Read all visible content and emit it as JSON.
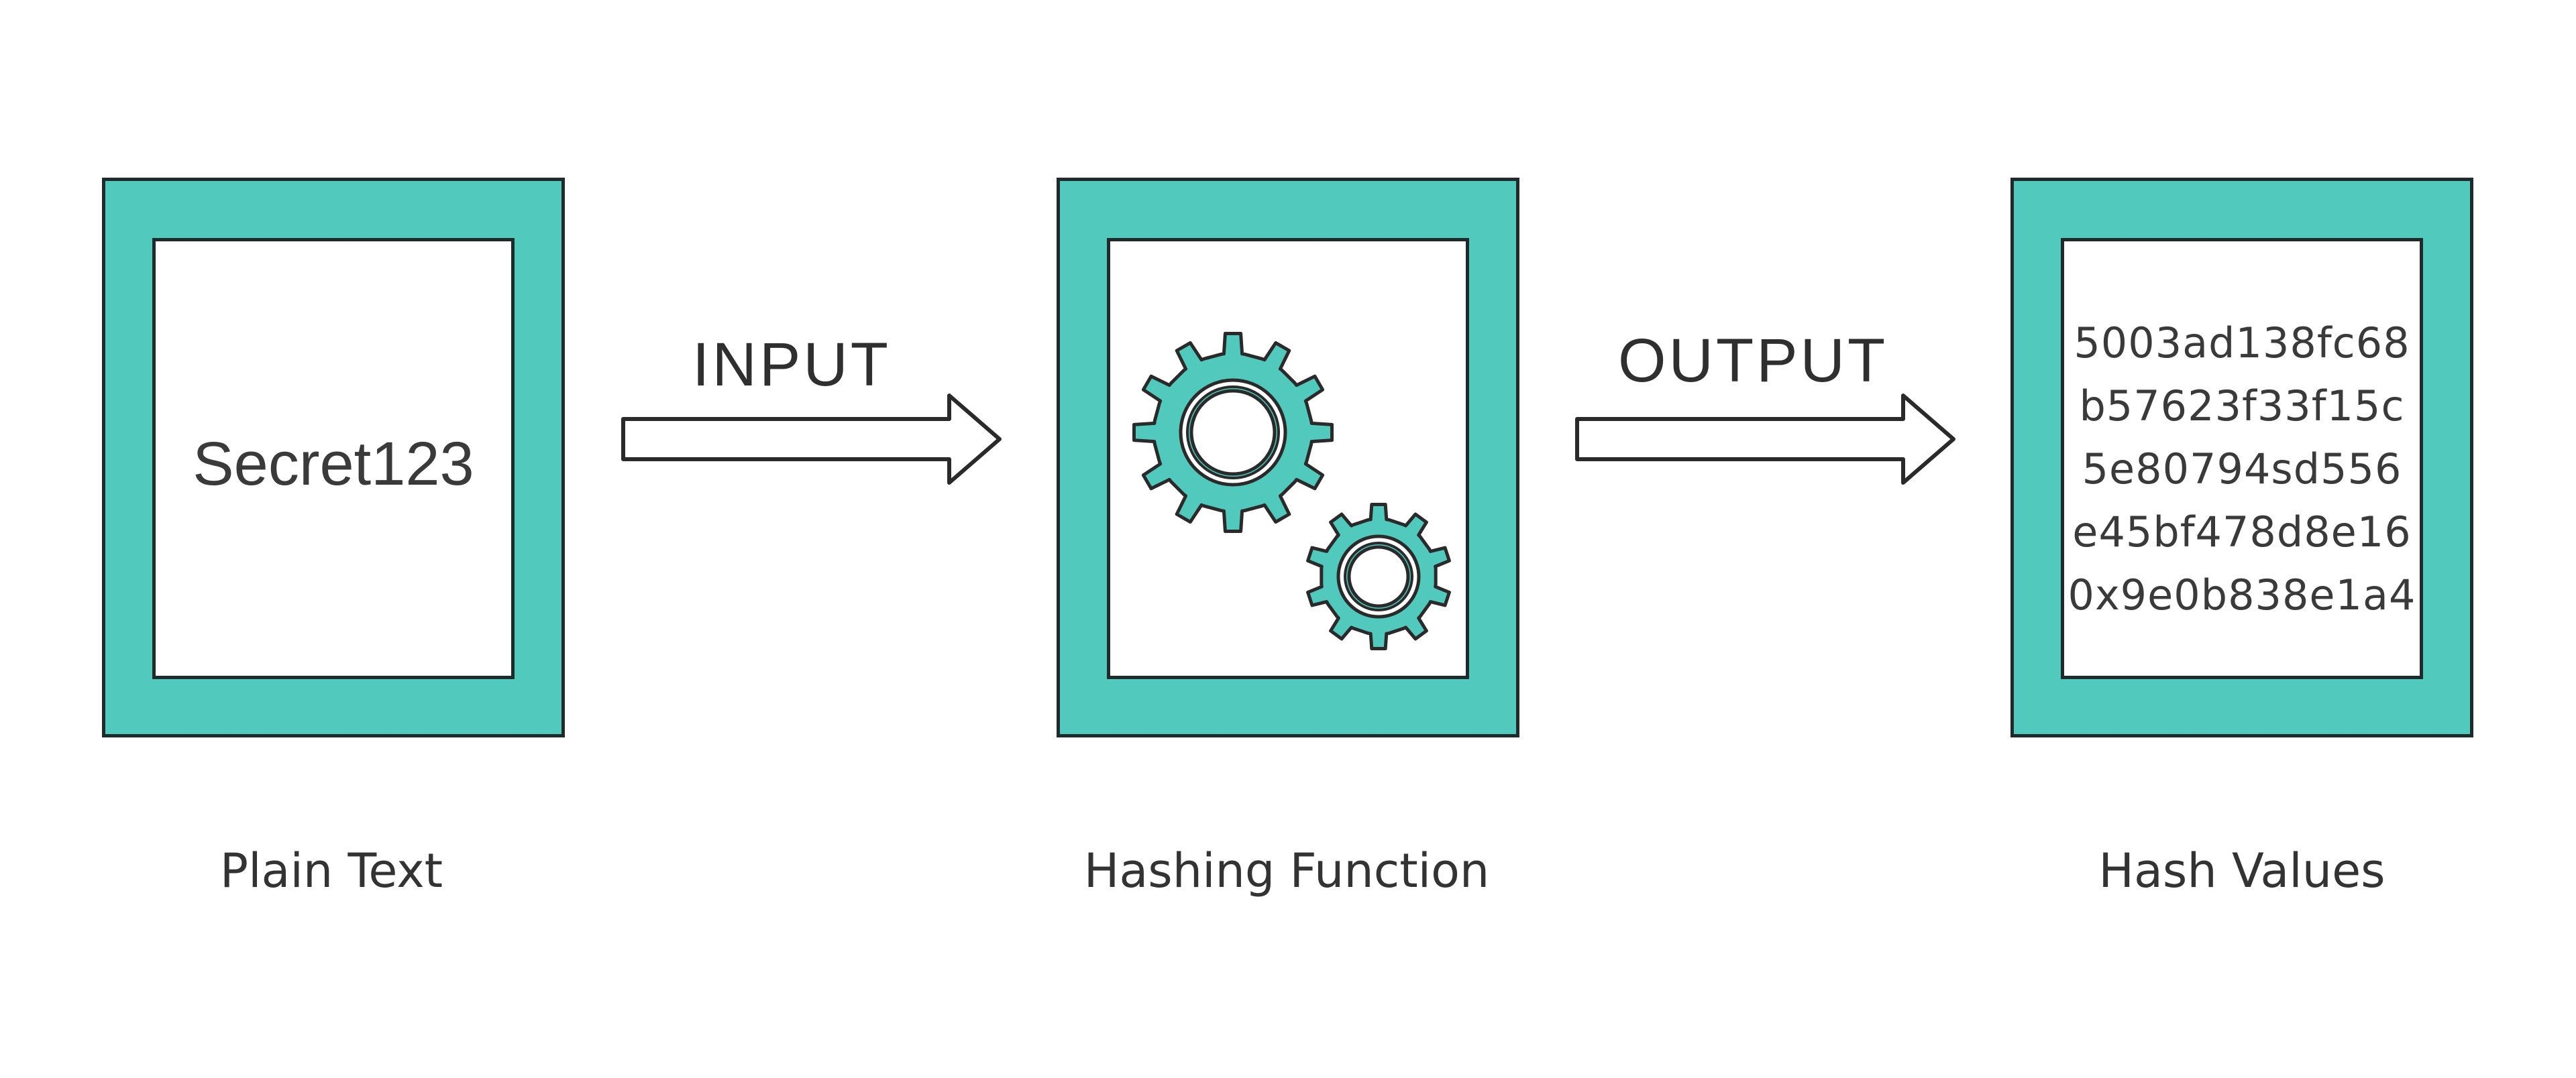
{
  "panels": {
    "plain_text": {
      "content": "Secret123",
      "caption": "Plain Text"
    },
    "hashing_function": {
      "icon": "gears-icon",
      "caption": "Hashing Function"
    },
    "hash_values": {
      "lines": [
        "5003ad138fc68",
        "b57623f33f15c",
        "5e80794sd556",
        "e45bf478d8e16",
        "0x9e0b838e1a4"
      ],
      "caption": "Hash Values"
    }
  },
  "arrows": {
    "input_label": "INPUT",
    "output_label": "OUTPUT"
  },
  "colors": {
    "panel_fill": "#52c9bd",
    "outline": "#1f2a2a",
    "text": "#333333"
  }
}
